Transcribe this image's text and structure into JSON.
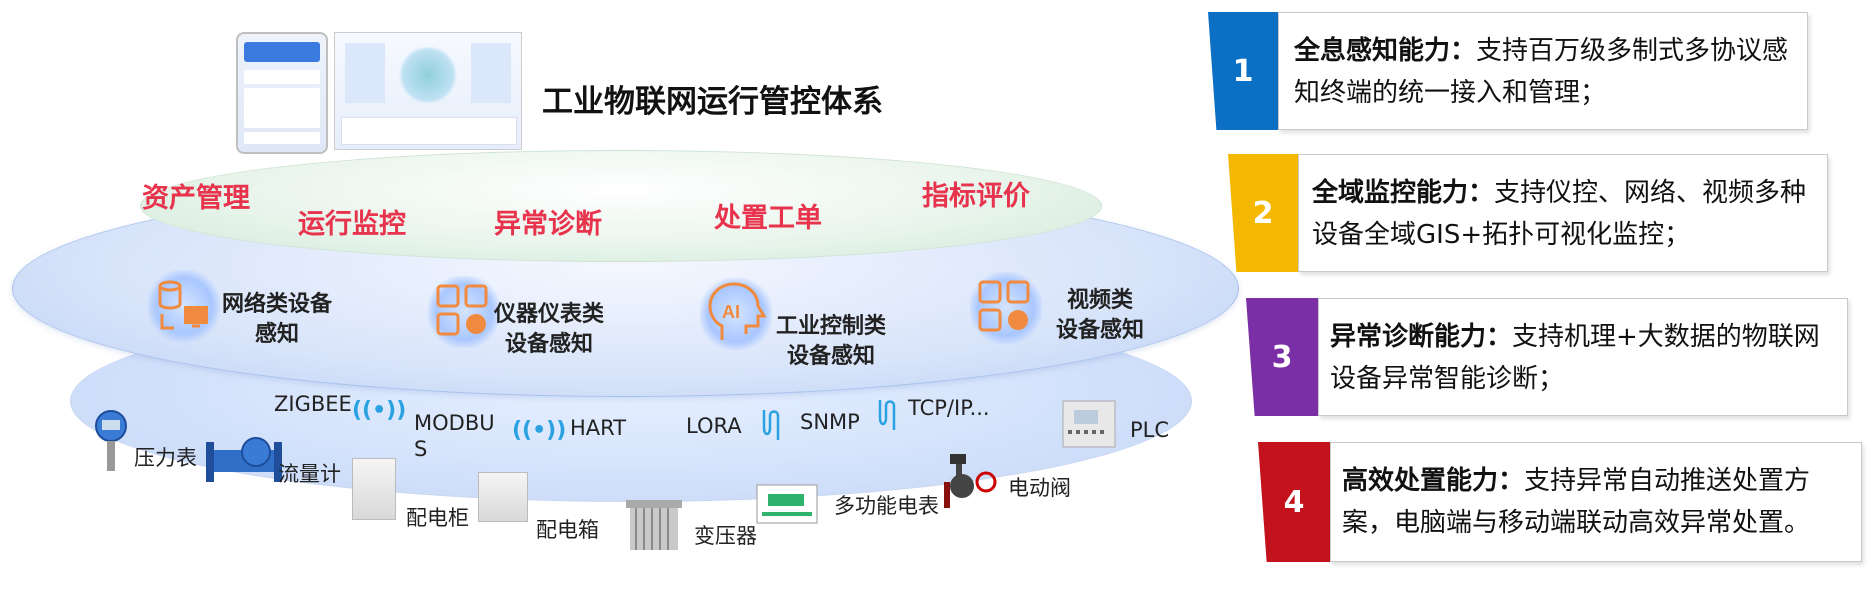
{
  "title": "工业物联网运行管控体系",
  "capabilities_top": [
    "资产管理",
    "运行监控",
    "异常诊断",
    "处置工单",
    "指标评价"
  ],
  "sensing": [
    {
      "label": "网络类设备\n感知",
      "icon": "database-monitor-icon"
    },
    {
      "label": "仪器仪表类\n设备感知",
      "icon": "instrument-blocks-icon"
    },
    {
      "label": "工业控制类\n设备感知",
      "icon": "ai-head-icon"
    },
    {
      "label": "视频类\n设备感知",
      "icon": "video-blocks-icon"
    }
  ],
  "protocols": {
    "zigbee": "ZIGBEE",
    "modbus": "MODBU\nS",
    "hart": "HART",
    "lora": "LORA",
    "snmp": "SNMP",
    "tcpip": "TCP/IP...",
    "plc": "PLC"
  },
  "devices": {
    "pressure": "压力表",
    "flow": "流量计",
    "cabinet": "配电柜",
    "box": "配电箱",
    "transformer": "变压器",
    "meter": "多功能电表",
    "valve": "电动阀"
  },
  "cards": [
    {
      "num": "1",
      "heading": "全息感知能力：",
      "text": "支持百万级多制式多协议感知终端的统一接入和管理；",
      "color": "#0b6fc4"
    },
    {
      "num": "2",
      "heading": "全域监控能力：",
      "text": "支持仪控、网络、视频多种设备全域GIS+拓扑可视化监控；",
      "color": "#f5b800"
    },
    {
      "num": "3",
      "heading": "异常诊断能力：",
      "text": "支持机理+大数据的物联网设备异常智能诊断；",
      "color": "#7b2fa6"
    },
    {
      "num": "4",
      "heading": "高效处置能力：",
      "text": "支持异常自动推送处置方案，电脑端与移动端联动高效异常处置。",
      "color": "#c3121b"
    }
  ],
  "colors": {
    "caption": "#e8334d",
    "wifi": "#2aa1e0"
  }
}
